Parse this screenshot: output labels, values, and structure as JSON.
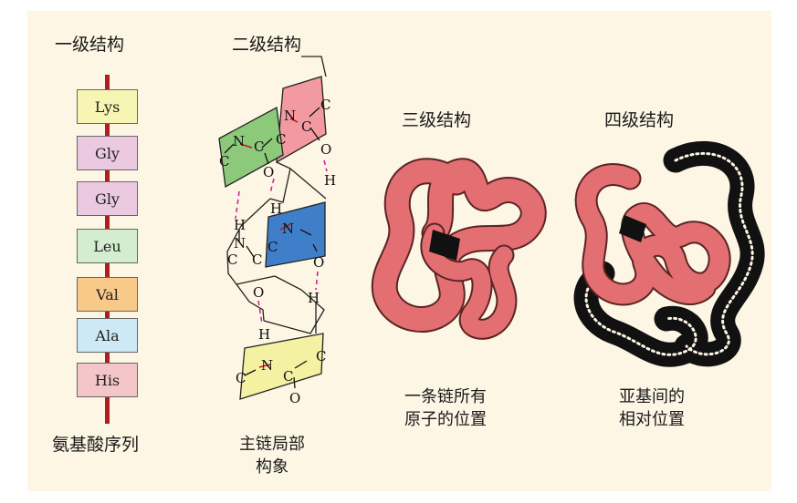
{
  "titles": {
    "primary": "一级结构",
    "secondary": "二级结构",
    "tertiary": "三级结构",
    "quaternary": "四级结构"
  },
  "amino_acids": [
    {
      "name": "Lys",
      "color": "#f7f5b4"
    },
    {
      "name": "Gly",
      "color": "#ebc9e1"
    },
    {
      "name": "Gly",
      "color": "#ebc9e1"
    },
    {
      "name": "Leu",
      "color": "#d4ecd0"
    },
    {
      "name": "Val",
      "color": "#f9c98a"
    },
    {
      "name": "Ala",
      "color": "#cde9f6"
    },
    {
      "name": "His",
      "color": "#f5c6c9"
    }
  ],
  "captions": {
    "primary": "氨基酸序列",
    "secondary_line1": "主链局部",
    "secondary_line2": "构象",
    "tertiary_line1": "一条链所有",
    "tertiary_line2": "原子的位置",
    "quaternary_line1": "亚基间的",
    "quaternary_line2": "相对位置"
  },
  "atoms": {
    "n": "N",
    "c": "C",
    "o": "O",
    "h": "H"
  },
  "colors": {
    "backbone": "#b01e23",
    "plane_pink": "#f29aa0",
    "plane_green": "#8cc97a",
    "plane_blue": "#3f7fca",
    "plane_yellow": "#f4f1a2",
    "hbond": "#d0249a",
    "protein_salmon": "#e36f72",
    "protein_dark": "#111111"
  }
}
